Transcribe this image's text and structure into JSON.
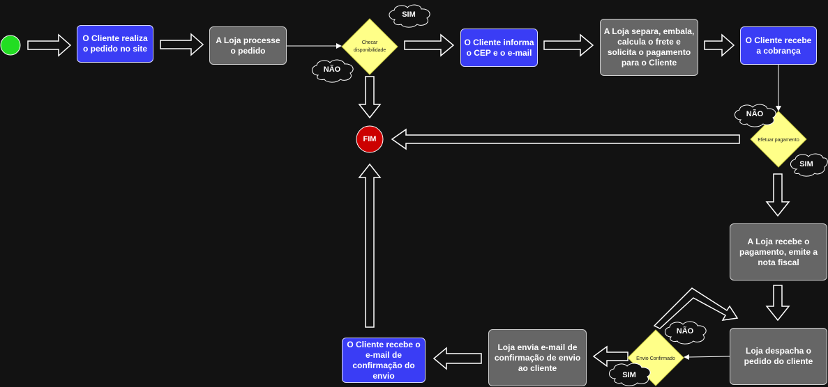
{
  "nodes": {
    "cliente_pedido": "O Cliente realiza o pedido no site",
    "loja_processa": "A Loja processe o pedido",
    "checar": "Checar disponibilidade",
    "cliente_cep": "O Cliente informa o CEP e o e-mail",
    "loja_separa": "A Loja separa, embala, calcula o frete e solicita o pagamento para o Cliente",
    "cliente_cobranca": "O Cliente recebe a cobrança",
    "efetuar": "Efetuar pagamento",
    "loja_recebe": "A Loja recebe o pagamento, emite a nota fiscal",
    "loja_despacha": "Loja despacha o pedido do cliente",
    "envio": "Envio Confirmado",
    "loja_envia_email": "Loja envia e-mail de confirmação de envio ao cliente",
    "cliente_email": "O Cliente recebe o e-mail de confirmação do envio",
    "fim": "FIM"
  },
  "labels": {
    "sim_checar": "SIM",
    "nao_checar": "NÃO",
    "nao_efetuar": "NÃO",
    "sim_efetuar": "SIM",
    "nao_envio": "NÃO",
    "sim_envio": "SIM"
  },
  "colors": {
    "background": "#121212",
    "client_step": "#3a3df5",
    "store_step": "#666666",
    "decision": "#ffff88",
    "start": "#22dd22",
    "end": "#cc0000"
  }
}
